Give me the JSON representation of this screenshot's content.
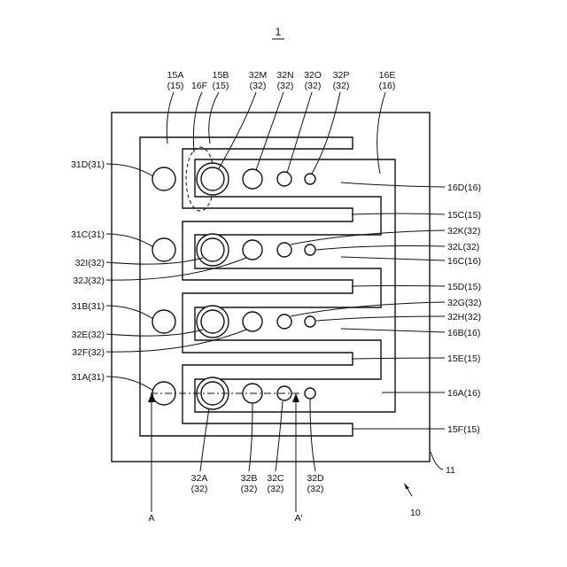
{
  "figure": {
    "ref": "1",
    "bottom_ref": "10",
    "substrate_ref": "11",
    "section_a": "A",
    "section_a_prime": "A'"
  },
  "top_labels": [
    {
      "id": "15A",
      "line1": "15A",
      "line2": "(15)"
    },
    {
      "id": "16F",
      "line1": "16F",
      "line2": ""
    },
    {
      "id": "15B",
      "line1": "15B",
      "line2": "(15)"
    },
    {
      "id": "32M",
      "line1": "32M",
      "line2": "(32)"
    },
    {
      "id": "32N",
      "line1": "32N",
      "line2": "(32)"
    },
    {
      "id": "32O",
      "line1": "32O",
      "line2": "(32)"
    },
    {
      "id": "32P",
      "line1": "32P",
      "line2": "(32)"
    },
    {
      "id": "16E",
      "line1": "16E",
      "line2": "(16)"
    }
  ],
  "left_labels": {
    "l31D": "31D(31)",
    "l31C": "31C(31)",
    "l32I": "32I(32)",
    "l32J": "32J(32)",
    "l31B": "31B(31)",
    "l32E": "32E(32)",
    "l32F": "32F(32)",
    "l31A": "31A(31)"
  },
  "right_labels": {
    "l16D": "16D(16)",
    "l15C": "15C(15)",
    "l32K": "32K(32)",
    "l32L": "32L(32)",
    "l16C": "16C(16)",
    "l15D": "15D(15)",
    "l32G": "32G(32)",
    "l32H": "32H(32)",
    "l16B": "16B(16)",
    "l15E": "15E(15)",
    "l16A": "16A(16)",
    "l15F": "15F(15)"
  },
  "bottom_labels": [
    {
      "id": "32A",
      "line1": "32A",
      "line2": "(32)"
    },
    {
      "id": "32B",
      "line1": "32B",
      "line2": "(32)"
    },
    {
      "id": "32C",
      "line1": "32C",
      "line2": "(32)"
    },
    {
      "id": "32D",
      "line1": "32D",
      "line2": "(32)"
    }
  ]
}
